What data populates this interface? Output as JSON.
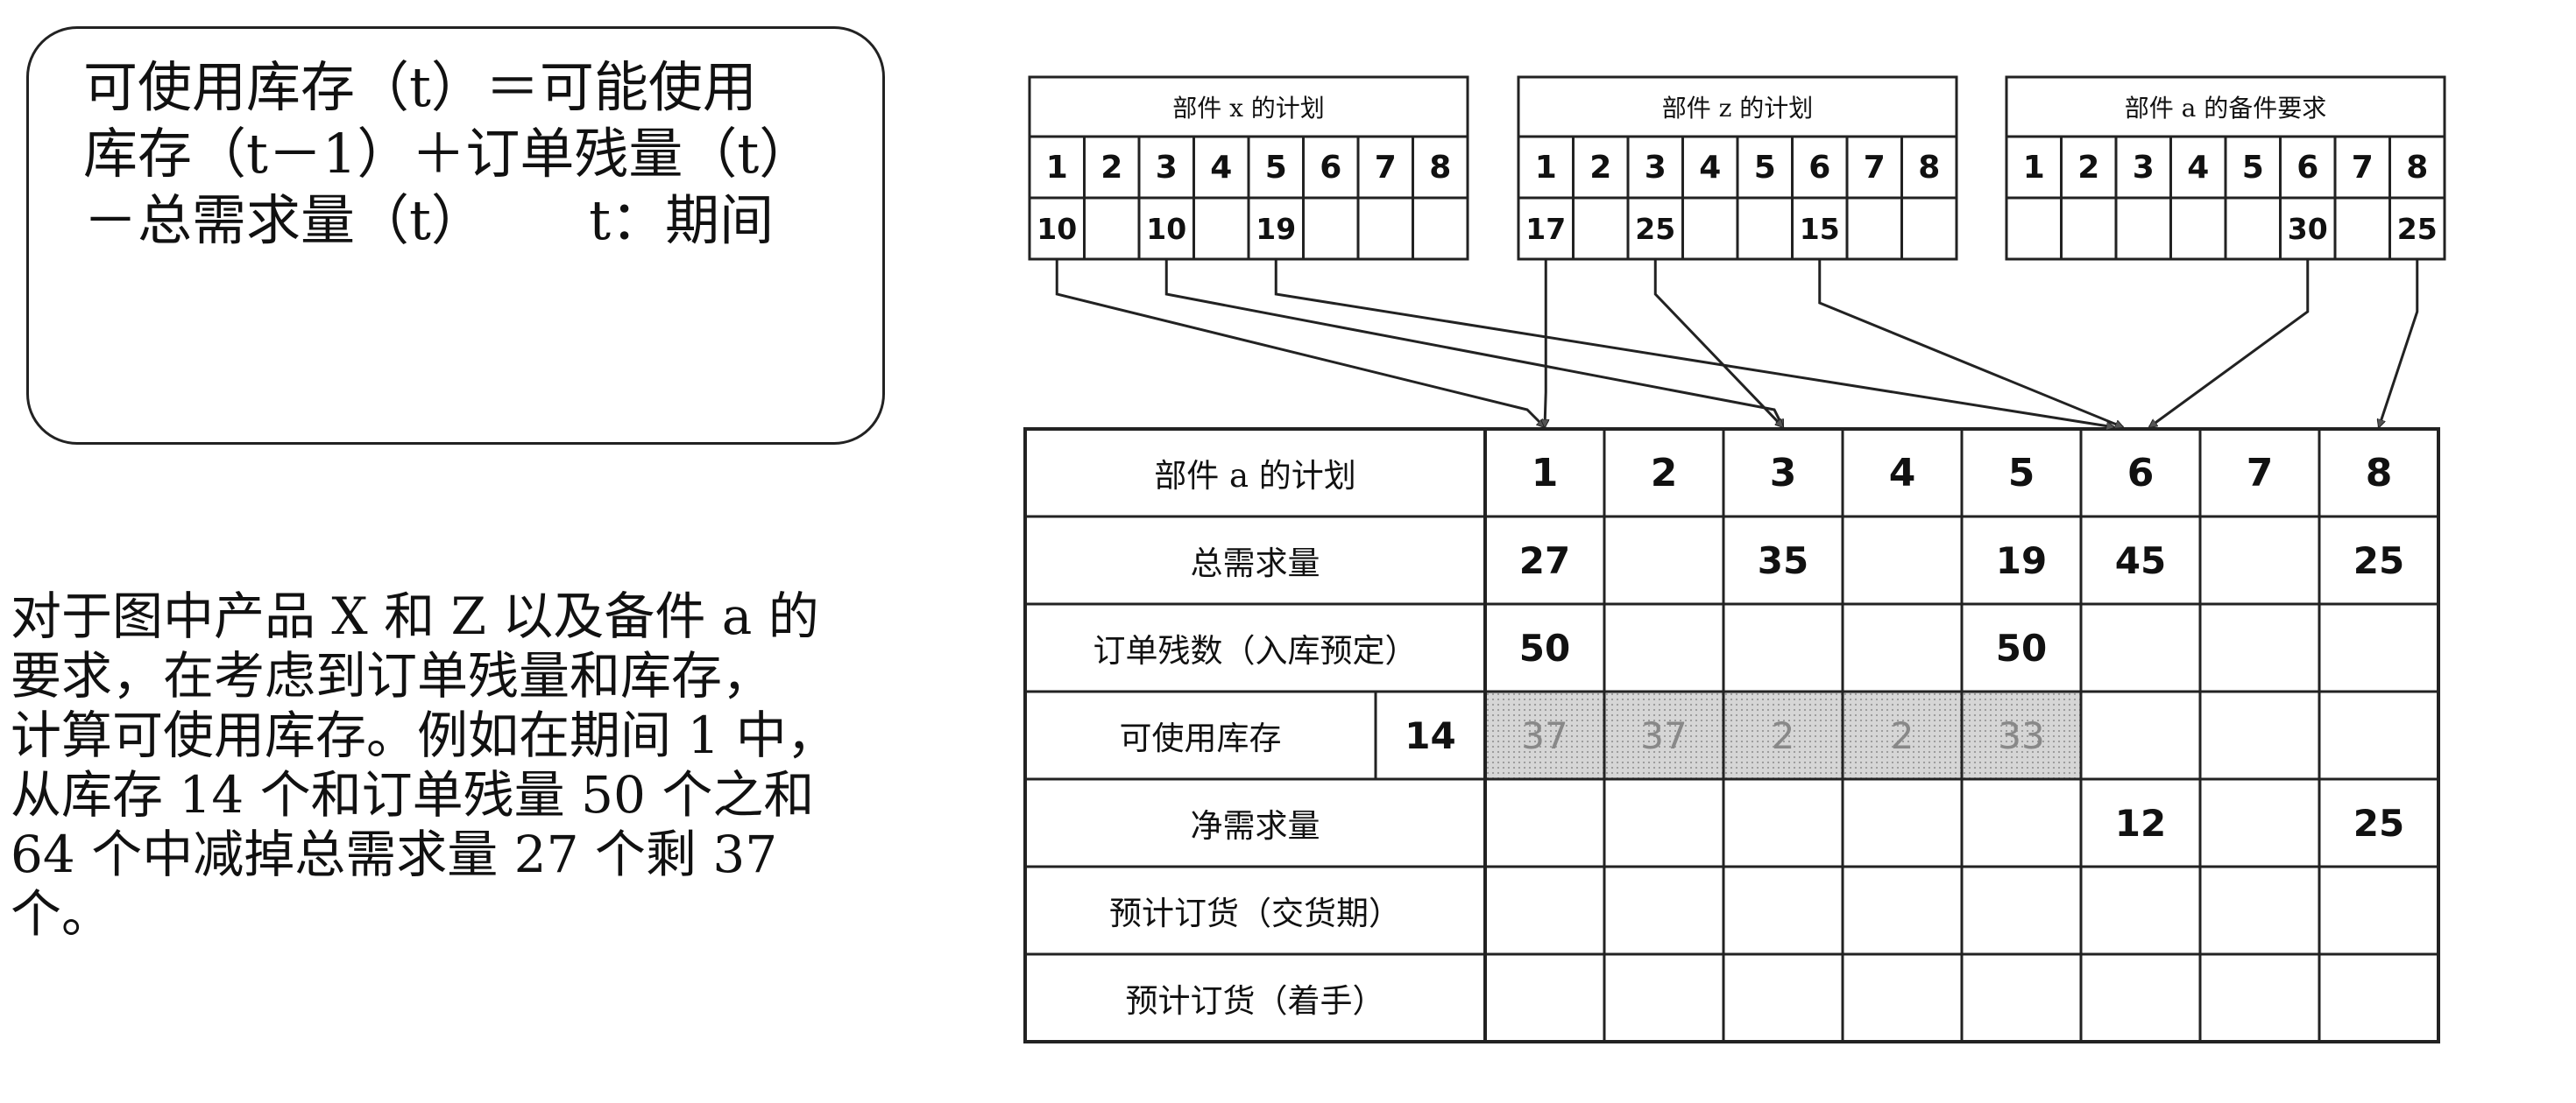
{
  "formula": {
    "lines": [
      "可使用库存（t）＝可能使用",
      "库存（t－1）＋订单残量（t）",
      "－总需求量（t）      t：期间"
    ]
  },
  "description": {
    "lines": [
      "对于图中产品 X 和 Z 以及备件 a 的",
      "要求，在考虑到订单残量和库存，",
      "计算可使用库存。例如在期间 1 中，",
      "从库存 14 个和订单残量 50 个之和",
      "64 个中减掉总需求量 27 个剩 37",
      "个。"
    ]
  },
  "plan_x": {
    "title": "部件 x 的计划",
    "periods": [
      "1",
      "2",
      "3",
      "4",
      "5",
      "6",
      "7",
      "8"
    ],
    "values": [
      "10",
      "",
      "10",
      "",
      "19",
      "",
      "",
      ""
    ]
  },
  "plan_z": {
    "title": "部件 z 的计划",
    "periods": [
      "1",
      "2",
      "3",
      "4",
      "5",
      "6",
      "7",
      "8"
    ],
    "values": [
      "17",
      "",
      "25",
      "",
      "",
      "15",
      "",
      ""
    ]
  },
  "spare_a": {
    "title": "部件 a 的备件要求",
    "periods": [
      "1",
      "2",
      "3",
      "4",
      "5",
      "6",
      "7",
      "8"
    ],
    "values": [
      "",
      "",
      "",
      "",
      "",
      "30",
      "",
      "25"
    ]
  },
  "main_table": {
    "title": "部件 a 的计划",
    "periods": [
      "1",
      "2",
      "3",
      "4",
      "5",
      "6",
      "7",
      "8"
    ],
    "rows": [
      {
        "label": "总需求量",
        "values": [
          "27",
          "",
          "35",
          "",
          "19",
          "45",
          "",
          "25"
        ]
      },
      {
        "label": "订单残数（入库预定）",
        "values": [
          "50",
          "",
          "",
          "",
          "50",
          "",
          "",
          ""
        ]
      },
      {
        "label": "可使用库存",
        "initial": "14",
        "values": [
          "37",
          "37",
          "2",
          "2",
          "33",
          "",
          "",
          ""
        ]
      },
      {
        "label": "净需求量",
        "values": [
          "",
          "",
          "",
          "",
          "",
          "12",
          "",
          "25"
        ]
      },
      {
        "label": "预计订货（交货期）",
        "values": [
          "",
          "",
          "",
          "",
          "",
          "",
          "",
          ""
        ]
      },
      {
        "label": "预计订货（着手）",
        "values": [
          "",
          "",
          "",
          "",
          "",
          "",
          "",
          ""
        ]
      }
    ]
  }
}
